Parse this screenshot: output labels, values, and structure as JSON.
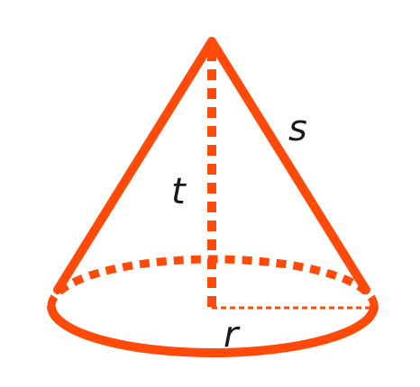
{
  "diagram": {
    "colors": {
      "stroke": "#ff4a0a",
      "label": "#1a1a1a",
      "background": "#ffffff"
    },
    "labels": {
      "slant_height": "s",
      "height": "t",
      "radius": "r"
    }
  }
}
